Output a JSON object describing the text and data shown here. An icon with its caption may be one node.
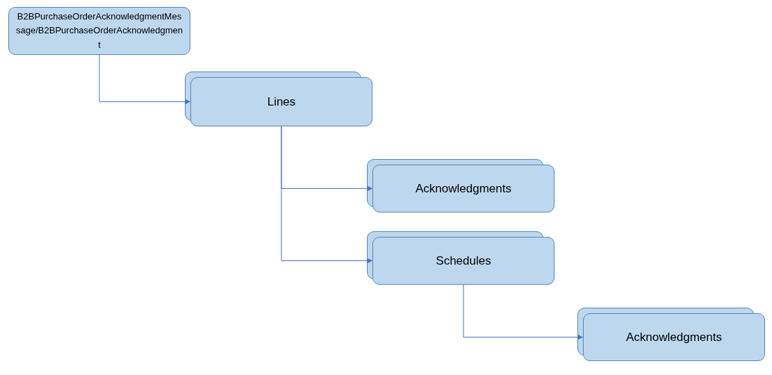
{
  "diagram": {
    "nodes": [
      {
        "text": [
          "B2BPurchaseOrderAcknowledgmentMessage/B2BPurchaseOrderAcknowledgment"
        ]
      },
      {
        "text": [
          "Lines"
        ]
      },
      {
        "text": [
          "Acknowledgments"
        ]
      },
      {
        "text": [
          "Schedules"
        ]
      },
      {
        "text": [
          "Acknowledgments"
        ]
      }
    ],
    "edges": [
      {
        "from": 0,
        "to": 1,
        "arrow": "to"
      },
      {
        "from": 1,
        "to": 2,
        "arrow": "to"
      },
      {
        "from": 1,
        "to": 3,
        "arrow": "to"
      },
      {
        "from": 3,
        "to": 4,
        "arrow": "to"
      }
    ]
  }
}
